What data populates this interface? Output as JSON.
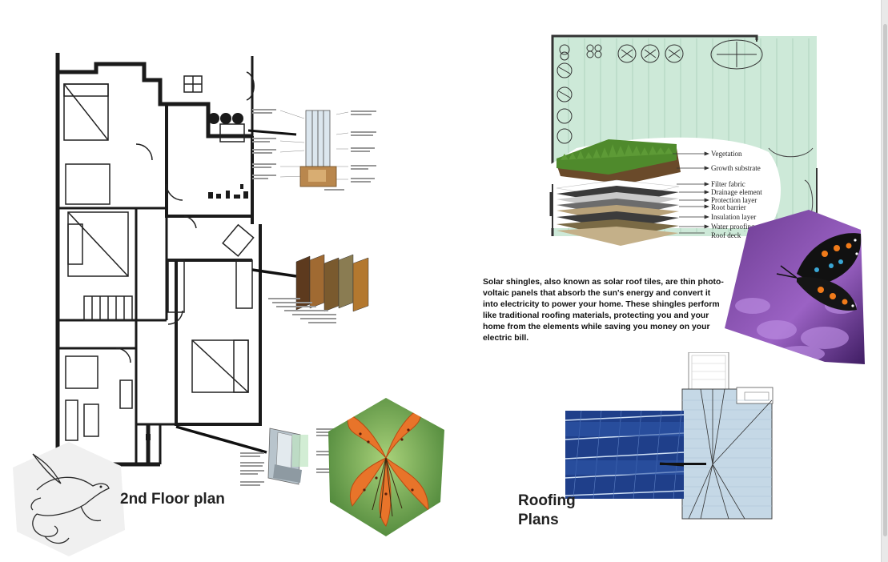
{
  "labels": {
    "floor_plan": "2nd Floor plan",
    "roofing_plans_line1": "Roofing",
    "roofing_plans_line2": "Plans"
  },
  "solar_text": "Solar shingles, also known as solar roof tiles, are thin photo-voltaic panels that absorb the sun's energy and convert it into electricity to power your home. These shingles perform like traditional roofing materials, protecting you and your home from the elements while saving you money on your electric bill.",
  "green_roof_layers": [
    "Vegetation",
    "Growth substrate",
    "Filter fabric",
    "Drainage element",
    "Protection layer",
    "Root barrier",
    "Insulation layer",
    "Water proofing mem",
    "Roof deck"
  ],
  "colors": {
    "roof_green": "#cde9d8",
    "roof_blue": "#c5d8e6",
    "wall": "#1a1a1a",
    "solar_panel": "#1f3f8a"
  }
}
